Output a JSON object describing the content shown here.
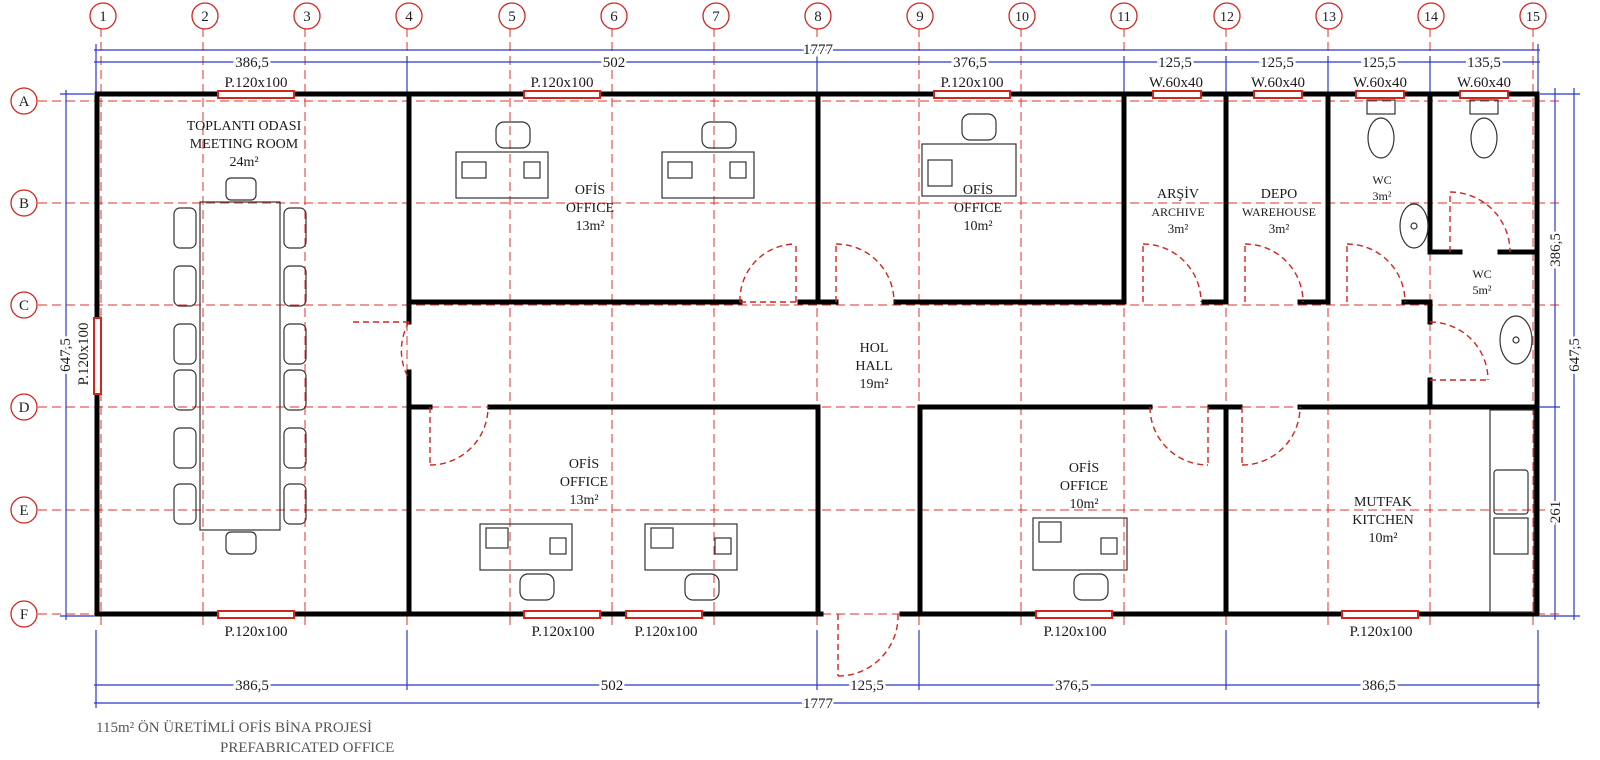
{
  "grid": {
    "columns": [
      "1",
      "2",
      "3",
      "4",
      "5",
      "6",
      "7",
      "8",
      "9",
      "10",
      "11",
      "12",
      "13",
      "14",
      "15"
    ],
    "rows": [
      "A",
      "B",
      "C",
      "D",
      "E",
      "F"
    ]
  },
  "dimensions": {
    "top_total": "1777",
    "top_segments": [
      "386,5",
      "502",
      "376,5",
      "125,5",
      "125,5",
      "125,5",
      "135,5"
    ],
    "bottom_total": "1777",
    "bottom_segments": [
      "386,5",
      "502",
      "125,5",
      "376,5",
      "386,5"
    ],
    "left_total": "647,5",
    "right_total": "647,5",
    "right_upper": "386,5",
    "right_lower": "261"
  },
  "windows": {
    "top": [
      "P.120x100",
      "P.120x100",
      "P.120x100",
      "W.60x40",
      "W.60x40",
      "W.60x40",
      "W.60x40"
    ],
    "bottom": [
      "P.120x100",
      "P.120x100",
      "P.120x100",
      "P.120x100",
      "P.120x100"
    ],
    "left": "P.120x100"
  },
  "rooms": {
    "meeting": {
      "tr": "TOPLANTI ODASI",
      "en": "MEETING ROOM",
      "area": "24m²"
    },
    "office_top_left": {
      "tr": "OFİS",
      "en": "OFFICE",
      "area": "13m²"
    },
    "office_top_mid": {
      "tr": "OFİS",
      "en": "OFFICE",
      "area": "10m²"
    },
    "archive": {
      "tr": "ARŞİV",
      "en": "ARCHIVE",
      "area": "3m²"
    },
    "warehouse": {
      "tr": "DEPO",
      "en": "WAREHOUSE",
      "area": "3m²"
    },
    "wc_small": {
      "tr": "WC",
      "area": "3m²"
    },
    "wc_large": {
      "tr": "WC",
      "area": "5m²"
    },
    "hall": {
      "tr": "HOL",
      "en": "HALL",
      "area": "19m²"
    },
    "office_bottom_left": {
      "tr": "OFİS",
      "en": "OFFICE",
      "area": "13m²"
    },
    "office_bottom_right": {
      "tr": "OFİS",
      "en": "OFFICE",
      "area": "10m²"
    },
    "kitchen": {
      "tr": "MUTFAK",
      "en": "KITCHEN",
      "area": "10m²"
    }
  },
  "project_title": {
    "line1": "115m² ÖN ÜRETİMLİ OFİS BİNA PROJESİ",
    "line2": "PREFABRICATED OFFICE"
  },
  "colors": {
    "grid": "#e0312b",
    "dimension": "#2a39c7",
    "wall": "#000000"
  }
}
